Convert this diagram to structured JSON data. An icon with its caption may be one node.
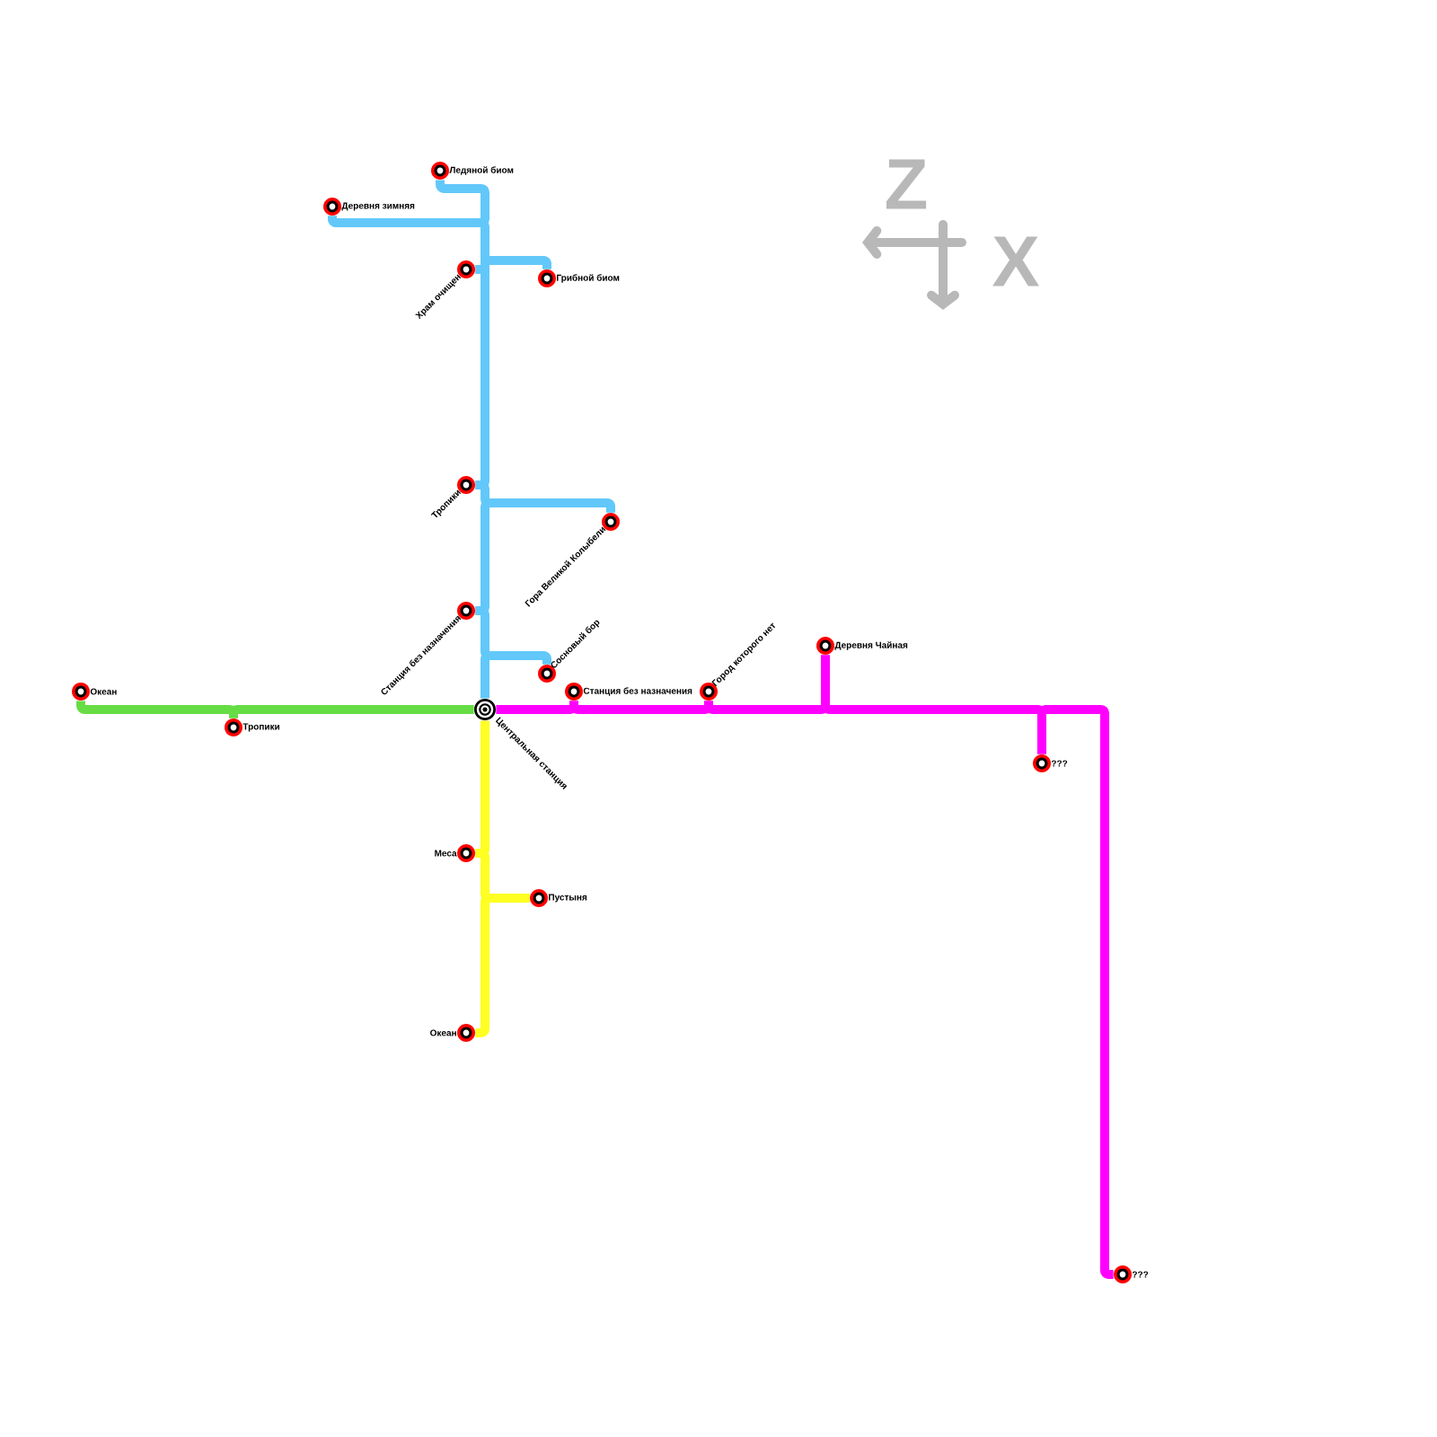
{
  "diagram": {
    "nodes": [
      {
        "text": [
          "Ледяной биом"
        ]
      },
      {
        "text": [
          "Деревня зимняя"
        ]
      },
      {
        "text": [
          "Храм очищен"
        ]
      },
      {
        "text": [
          "Грибной биом"
        ]
      },
      {
        "text": [
          "Тропики"
        ]
      },
      {
        "text": [
          "Гора Великой Колыбели"
        ]
      },
      {
        "text": [
          "Станция без назначения"
        ]
      },
      {
        "text": [
          "Сосновый бор"
        ]
      },
      {
        "text": [
          "Центральная станция"
        ]
      },
      {
        "text": [
          "Океан"
        ]
      },
      {
        "text": [
          "Тропики"
        ]
      },
      {
        "text": [
          "Станция без назначения"
        ]
      },
      {
        "text": [
          "Город которого нет"
        ]
      },
      {
        "text": [
          "Деревня Чайная"
        ]
      },
      {
        "text": [
          "???"
        ]
      },
      {
        "text": [
          "???"
        ]
      },
      {
        "text": [
          "Меса"
        ]
      },
      {
        "text": [
          "Пустыня"
        ]
      },
      {
        "text": [
          "Океан"
        ]
      }
    ],
    "edges": [
      {
        "from": 0,
        "to": 1,
        "arrow": "none",
        "color": "#62c8fa"
      },
      {
        "from": 1,
        "to": 2,
        "arrow": "none",
        "color": "#62c8fa"
      },
      {
        "from": 2,
        "to": 3,
        "arrow": "none",
        "color": "#62c8fa"
      },
      {
        "from": 3,
        "to": 4,
        "arrow": "none",
        "color": "#62c8fa"
      },
      {
        "from": 4,
        "to": 5,
        "arrow": "none",
        "color": "#62c8fa"
      },
      {
        "from": 5,
        "to": 6,
        "arrow": "none",
        "color": "#62c8fa"
      },
      {
        "from": 6,
        "to": 7,
        "arrow": "none",
        "color": "#62c8fa"
      },
      {
        "from": 7,
        "to": 8,
        "arrow": "none",
        "color": "#62c8fa"
      },
      {
        "from": 9,
        "to": 10,
        "arrow": "none",
        "color": "#66dd44"
      },
      {
        "from": 10,
        "to": 8,
        "arrow": "none",
        "color": "#66dd44"
      },
      {
        "from": 8,
        "to": 11,
        "arrow": "none",
        "color": "#ff00ff"
      },
      {
        "from": 11,
        "to": 12,
        "arrow": "none",
        "color": "#ff00ff"
      },
      {
        "from": 12,
        "to": 13,
        "arrow": "none",
        "color": "#ff00ff"
      },
      {
        "from": 13,
        "to": 14,
        "arrow": "none",
        "color": "#ff00ff"
      },
      {
        "from": 14,
        "to": 15,
        "arrow": "none",
        "color": "#ff00ff"
      },
      {
        "from": 8,
        "to": 16,
        "arrow": "none",
        "color": "#ffff22"
      },
      {
        "from": 16,
        "to": 17,
        "arrow": "none",
        "color": "#ffff22"
      },
      {
        "from": 17,
        "to": 18,
        "arrow": "none",
        "color": "#ffff22"
      }
    ],
    "labels": [
      "Z",
      "X"
    ]
  }
}
